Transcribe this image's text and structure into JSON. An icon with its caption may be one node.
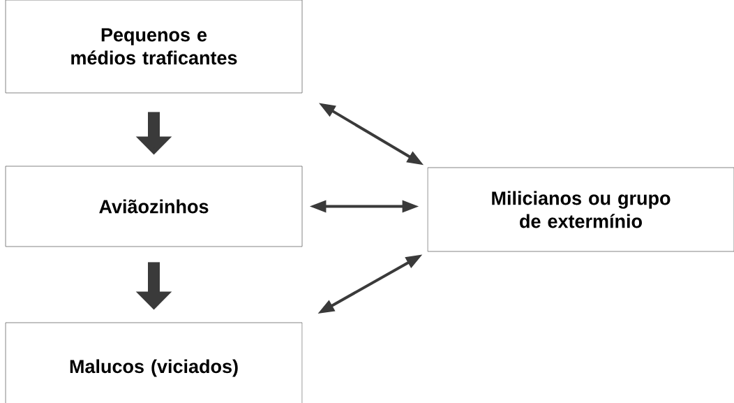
{
  "diagram": {
    "nodes": [
      {
        "text": [
          "Pequenos e médios traficantes"
        ]
      },
      {
        "text": [
          "Aviãozinhos"
        ]
      },
      {
        "text": [
          "Malucos (viciados)"
        ]
      },
      {
        "text": [
          "Milicianos ou grupo de extermínio"
        ]
      }
    ],
    "edges": [
      {
        "from": 0,
        "to": 1,
        "arrow": "to",
        "style": "thick"
      },
      {
        "from": 1,
        "to": 2,
        "arrow": "to",
        "style": "thick"
      },
      {
        "from": 0,
        "to": 3,
        "arrow": "both"
      },
      {
        "from": 1,
        "to": 3,
        "arrow": "both"
      },
      {
        "from": 2,
        "to": 3,
        "arrow": "both"
      }
    ]
  }
}
